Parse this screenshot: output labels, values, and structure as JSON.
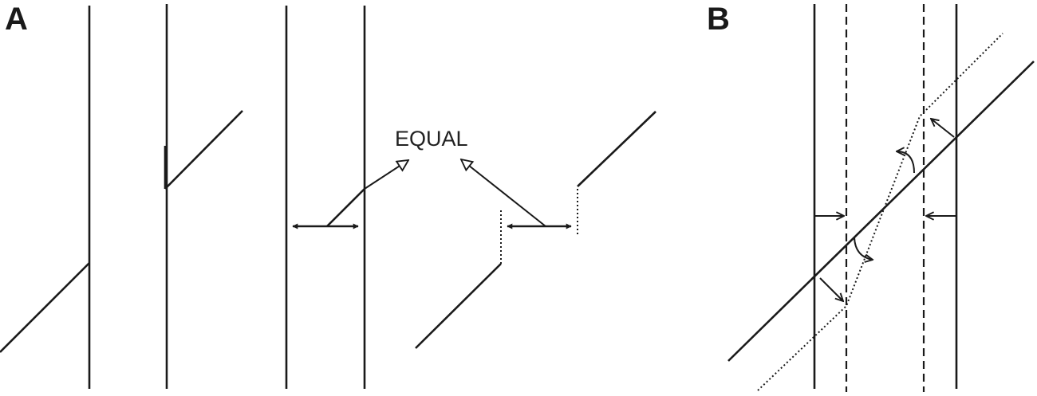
{
  "panels": {
    "a": {
      "label": "A"
    },
    "b": {
      "label": "B"
    }
  },
  "annotations": {
    "equal": "EQUAL"
  }
}
